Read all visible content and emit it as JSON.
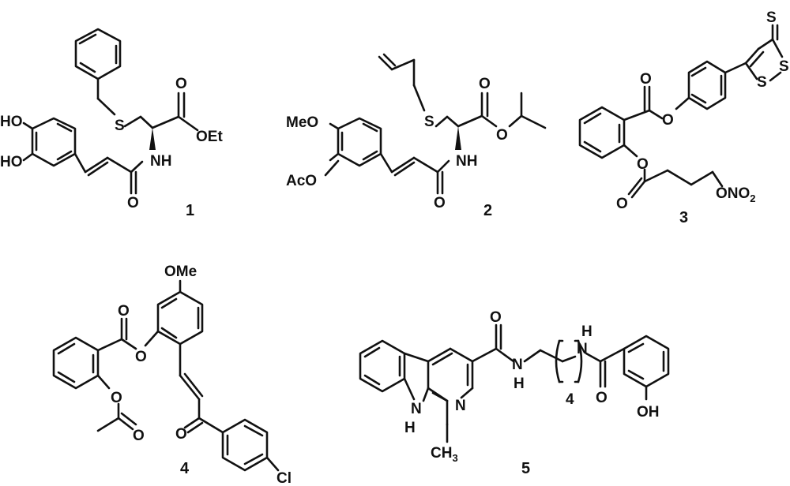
{
  "compounds": [
    {
      "id": "1",
      "labels": {
        "ho_top": "HO",
        "ho_bottom": "HO",
        "s": "S",
        "nh": "NH",
        "o_amide": "O",
        "o_ester": "O",
        "oet": "OEt"
      }
    },
    {
      "id": "2",
      "labels": {
        "meo": "MeO",
        "aco": "AcO",
        "s": "S",
        "nh": "NH",
        "o_amide": "O",
        "o_ester": "O",
        "o_link": "O"
      }
    },
    {
      "id": "3",
      "labels": {
        "s_thione": "S",
        "s_ring1": "S",
        "s_ring2": "S",
        "o_carbonyl": "O",
        "o_phenyl": "O",
        "o_acyl": "O",
        "o_carbonyl2": "O",
        "ono2": "ONO",
        "ono2_sub": "2"
      }
    },
    {
      "id": "4",
      "labels": {
        "ome": "OMe",
        "o_carbonyl": "O",
        "o_ester": "O",
        "o_acetoxy": "O",
        "o_acetyl": "O",
        "o_ketone": "O",
        "cl": "Cl"
      }
    },
    {
      "id": "5",
      "labels": {
        "nh_indole_n": "N",
        "nh_indole_h": "H",
        "n_pyridine": "N",
        "o_amide1": "O",
        "nh1_n": "N",
        "nh1_h": "H",
        "nh2_h": "H",
        "nh2_n": "N",
        "repeat": "4",
        "o_amide2": "O",
        "oh": "OH",
        "ch3": "CH",
        "ch3_sub": "3"
      }
    }
  ]
}
